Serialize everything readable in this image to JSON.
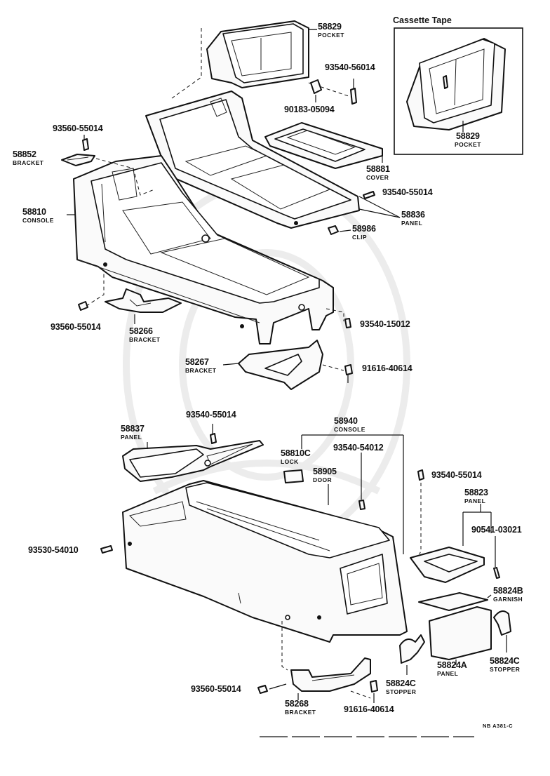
{
  "inset": {
    "title": "Cassette Tape",
    "part_no": "58829",
    "part_name": "POCKET"
  },
  "footer": {
    "code": "NB A381-C"
  },
  "callouts": [
    {
      "id": "p58829",
      "number": "58829",
      "name": "POCKET"
    },
    {
      "id": "p93540_56014",
      "number": "93540-56014",
      "name": ""
    },
    {
      "id": "p90183_05094",
      "number": "90183-05094",
      "name": ""
    },
    {
      "id": "p93560_55014_top",
      "number": "93560-55014",
      "name": ""
    },
    {
      "id": "p58852",
      "number": "58852",
      "name": "BRACKET"
    },
    {
      "id": "p58881",
      "number": "58881",
      "name": "COVER"
    },
    {
      "id": "p93540_55014_a",
      "number": "93540-55014",
      "name": ""
    },
    {
      "id": "p58810",
      "number": "58810",
      "name": "CONSOLE"
    },
    {
      "id": "p58836",
      "number": "58836",
      "name": "PANEL"
    },
    {
      "id": "p58986",
      "number": "58986",
      "name": "CLIP"
    },
    {
      "id": "p93560_55014_mid",
      "number": "93560-55014",
      "name": ""
    },
    {
      "id": "p58266",
      "number": "58266",
      "name": "BRACKET"
    },
    {
      "id": "p93540_15012",
      "number": "93540-15012",
      "name": ""
    },
    {
      "id": "p58267",
      "number": "58267",
      "name": "BRACKET"
    },
    {
      "id": "p91616_40614_a",
      "number": "91616-40614",
      "name": ""
    },
    {
      "id": "p93540_55014_b",
      "number": "93540-55014",
      "name": ""
    },
    {
      "id": "p58837",
      "number": "58837",
      "name": "PANEL"
    },
    {
      "id": "p58940",
      "number": "58940",
      "name": "CONSOLE"
    },
    {
      "id": "p58810C",
      "number": "58810C",
      "name": "LOCK"
    },
    {
      "id": "p93540_54012",
      "number": "93540-54012",
      "name": ""
    },
    {
      "id": "p58905",
      "number": "58905",
      "name": "DOOR"
    },
    {
      "id": "p93540_55014_c",
      "number": "93540-55014",
      "name": ""
    },
    {
      "id": "p58823",
      "number": "58823",
      "name": "PANEL"
    },
    {
      "id": "p90541_03021",
      "number": "90541-03021",
      "name": ""
    },
    {
      "id": "p93530_54010",
      "number": "93530-54010",
      "name": ""
    },
    {
      "id": "p58824B",
      "number": "58824B",
      "name": "GARNISH"
    },
    {
      "id": "p58824A",
      "number": "58824A",
      "name": "PANEL"
    },
    {
      "id": "p58824C_r",
      "number": "58824C",
      "name": "STOPPER"
    },
    {
      "id": "p58824C_l",
      "number": "58824C",
      "name": "STOPPER"
    },
    {
      "id": "p93560_55014_bot",
      "number": "93560-55014",
      "name": ""
    },
    {
      "id": "p58268",
      "number": "58268",
      "name": "BRACKET"
    },
    {
      "id": "p91616_40614_b",
      "number": "91616-40614",
      "name": ""
    }
  ]
}
